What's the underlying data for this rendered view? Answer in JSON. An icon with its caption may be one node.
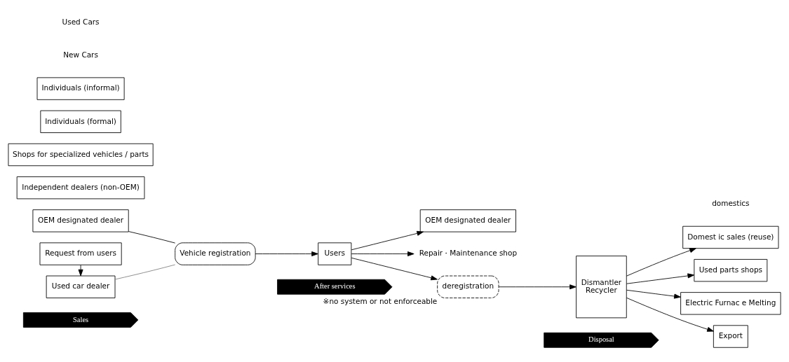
{
  "diagram": {
    "nodes": [
      {
        "text": [
          "Sales"
        ]
      },
      {
        "text": [
          "After services"
        ]
      },
      {
        "text": [
          "Disposal"
        ]
      },
      {
        "text": [
          "OEM designated dealer"
        ]
      },
      {
        "text": [
          "Used car dealer"
        ]
      },
      {
        "text": [
          "Request from users"
        ]
      },
      {
        "text": [
          "Vehicle registration"
        ]
      },
      {
        "text": [
          "Users"
        ]
      },
      {
        "text": [
          "OEM designated dealer"
        ]
      },
      {
        "text": [
          "Repair・Maintenance shop"
        ]
      },
      {
        "text": [
          "Independent dealers (non-OEM)"
        ]
      },
      {
        "text": [
          "Shops for specialized vehicles / parts"
        ]
      },
      {
        "text": [
          "Individuals (formal)"
        ]
      },
      {
        "text": [
          "Individuals (informal)"
        ]
      },
      {
        "text": [
          "deregistration"
        ],
        "beside": [
          "※no system or not enforceable"
        ]
      },
      {
        "text": [
          "Dismantler",
          "Recycler"
        ]
      },
      {
        "text": [
          "Domest ic sales (reuse)"
        ]
      },
      {
        "text": [
          "Used parts shops"
        ]
      },
      {
        "text": [
          "Electric Furnac e Melting"
        ]
      },
      {
        "text": [
          "Export"
        ]
      }
    ],
    "edges": [
      {
        "from": 3,
        "to": 6,
        "arrow": "none"
      },
      {
        "from": 4,
        "to": 6,
        "arrow": "none",
        "color": "#808080"
      },
      {
        "from": 6,
        "to": 7,
        "arrow": "to"
      },
      {
        "from": 5,
        "to": 4,
        "arrow": "to"
      },
      {
        "from": 7,
        "to": 8,
        "arrow": "to"
      },
      {
        "from": 7,
        "to": 9,
        "arrow": "to"
      },
      {
        "from": 7,
        "to": 14,
        "arrow": "to"
      },
      {
        "from": 14,
        "to": 15,
        "arrow": "to"
      },
      {
        "from": 15,
        "to": 16,
        "arrow": "to"
      },
      {
        "from": 15,
        "to": 17,
        "arrow": "to"
      },
      {
        "from": 15,
        "to": 18,
        "arrow": "to"
      },
      {
        "from": 15,
        "to": 19,
        "arrow": "to"
      }
    ],
    "labels": [
      "New Cars",
      "Used Cars",
      "domestics"
    ]
  }
}
